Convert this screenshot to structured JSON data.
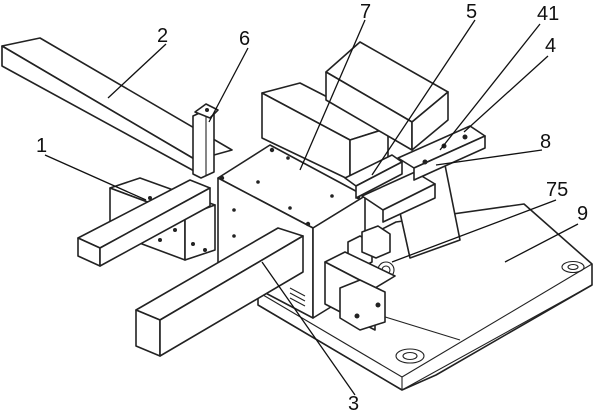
{
  "labels": {
    "l1": "1",
    "l2": "2",
    "l3": "3",
    "l4": "4",
    "l5": "5",
    "l6": "6",
    "l7": "7",
    "l8": "8",
    "l9": "9",
    "l41": "41",
    "l75": "75"
  },
  "colors": {
    "line": "#222222",
    "background": "#ffffff"
  }
}
